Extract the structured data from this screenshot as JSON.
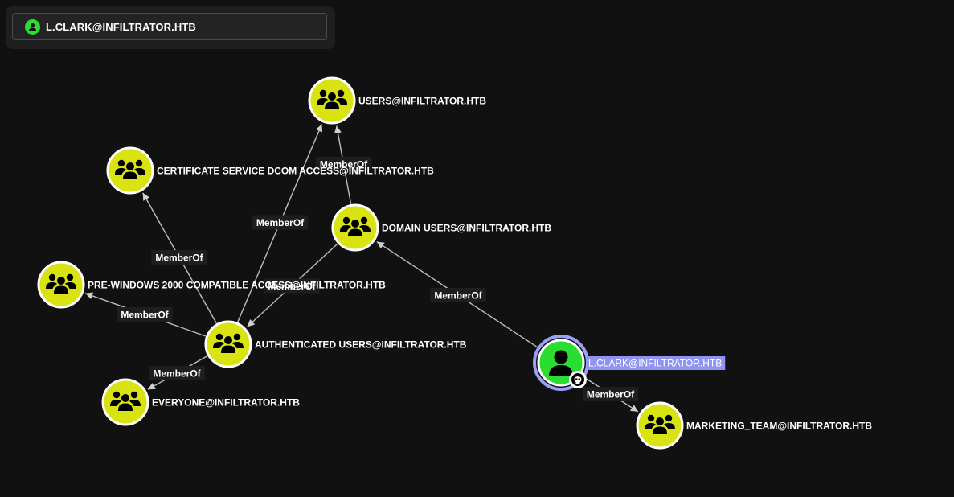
{
  "search": {
    "value": "L.CLARK@INFILTRATOR.HTB",
    "icon": "user-icon",
    "icon_color": "#2bdc32"
  },
  "colors": {
    "group_node": "#d9e312",
    "user_node": "#2bdc32",
    "selected_ring": "#9aa0f5",
    "selected_label_bg": "#8f94f0",
    "edge": "#bfbfbf",
    "edge_label_bg": "#1e1e1e"
  },
  "graph": {
    "nodes": [
      {
        "id": "users",
        "label": "USERS@INFILTRATOR.HTB",
        "type": "group"
      },
      {
        "id": "certsvc",
        "label": "CERTIFICATE SERVICE DCOM ACCESS@INFILTRATOR.HTB",
        "type": "group"
      },
      {
        "id": "domusers",
        "label": "DOMAIN USERS@INFILTRATOR.HTB",
        "type": "group"
      },
      {
        "id": "prewin",
        "label": "PRE-WINDOWS 2000 COMPATIBLE ACCESS@INFILTRATOR.HTB",
        "type": "group"
      },
      {
        "id": "authusers",
        "label": "AUTHENTICATED USERS@INFILTRATOR.HTB",
        "type": "group"
      },
      {
        "id": "everyone",
        "label": "EVERYONE@INFILTRATOR.HTB",
        "type": "group"
      },
      {
        "id": "lclark",
        "label": "L.CLARK@INFILTRATOR.HTB",
        "type": "user",
        "selected": true,
        "owned": true
      },
      {
        "id": "marketing",
        "label": "MARKETING_TEAM@INFILTRATOR.HTB",
        "type": "group"
      }
    ],
    "edges": [
      {
        "from": "lclark",
        "to": "domusers",
        "label": "MemberOf"
      },
      {
        "from": "lclark",
        "to": "marketing",
        "label": "MemberOf"
      },
      {
        "from": "domusers",
        "to": "users",
        "label": "MemberOf"
      },
      {
        "from": "domusers",
        "to": "authusers",
        "label": "MemberOf"
      },
      {
        "from": "authusers",
        "to": "users",
        "label": "MemberOf"
      },
      {
        "from": "authusers",
        "to": "certsvc",
        "label": "MemberOf"
      },
      {
        "from": "authusers",
        "to": "prewin",
        "label": "MemberOf"
      },
      {
        "from": "authusers",
        "to": "everyone",
        "label": "MemberOf"
      }
    ]
  }
}
